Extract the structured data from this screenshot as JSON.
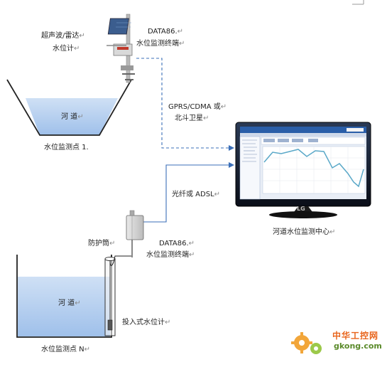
{
  "labels": {
    "sensor_top": [
      "超声波/雷达",
      "水位计"
    ],
    "terminal_top": [
      "DATA86.",
      "水位监测终端"
    ],
    "river_top": "河 道",
    "site_top": "水位监测点 1.",
    "link_top": [
      "GPRS/CDMA 或",
      "北斗卫星"
    ],
    "link_bottom": "光纤或 ADSL",
    "center": "河道水位监测中心",
    "protect_pipe": "防护筒",
    "terminal_bottom": [
      "DATA86.",
      "水位监测终端"
    ],
    "river_bottom": "河 道",
    "sensor_bottom": "投入式水位计",
    "site_bottom": "水位监测点 N"
  },
  "monitor": {
    "brand": "LG"
  },
  "watermark": {
    "cn": "中华工控网",
    "en": "gkong.com"
  }
}
